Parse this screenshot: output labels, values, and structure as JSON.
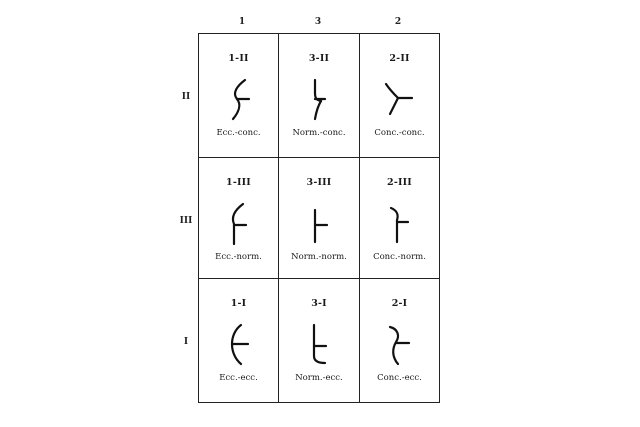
{
  "columns": [
    "1",
    "3",
    "2"
  ],
  "rows": [
    "II",
    "III",
    "I"
  ],
  "cells": [
    [
      {
        "title": "1-II",
        "caption": "Ecc.-conc.",
        "glyph": "ecc-conc"
      },
      {
        "title": "3-II",
        "caption": "Norm.-conc.",
        "glyph": "norm-conc"
      },
      {
        "title": "2-II",
        "caption": "Conc.-conc.",
        "glyph": "conc-conc"
      }
    ],
    [
      {
        "title": "1-III",
        "caption": "Ecc.-norm.",
        "glyph": "ecc-norm"
      },
      {
        "title": "3-III",
        "caption": "Norm.-norm.",
        "glyph": "norm-norm"
      },
      {
        "title": "2-III",
        "caption": "Conc.-norm.",
        "glyph": "conc-norm"
      }
    ],
    [
      {
        "title": "1-I",
        "caption": "Ecc.-ecc.",
        "glyph": "ecc-ecc"
      },
      {
        "title": "3-I",
        "caption": "Norm.-ecc.",
        "glyph": "norm-ecc"
      },
      {
        "title": "2-I",
        "caption": "Conc.-ecc.",
        "glyph": "conc-ecc"
      }
    ]
  ]
}
